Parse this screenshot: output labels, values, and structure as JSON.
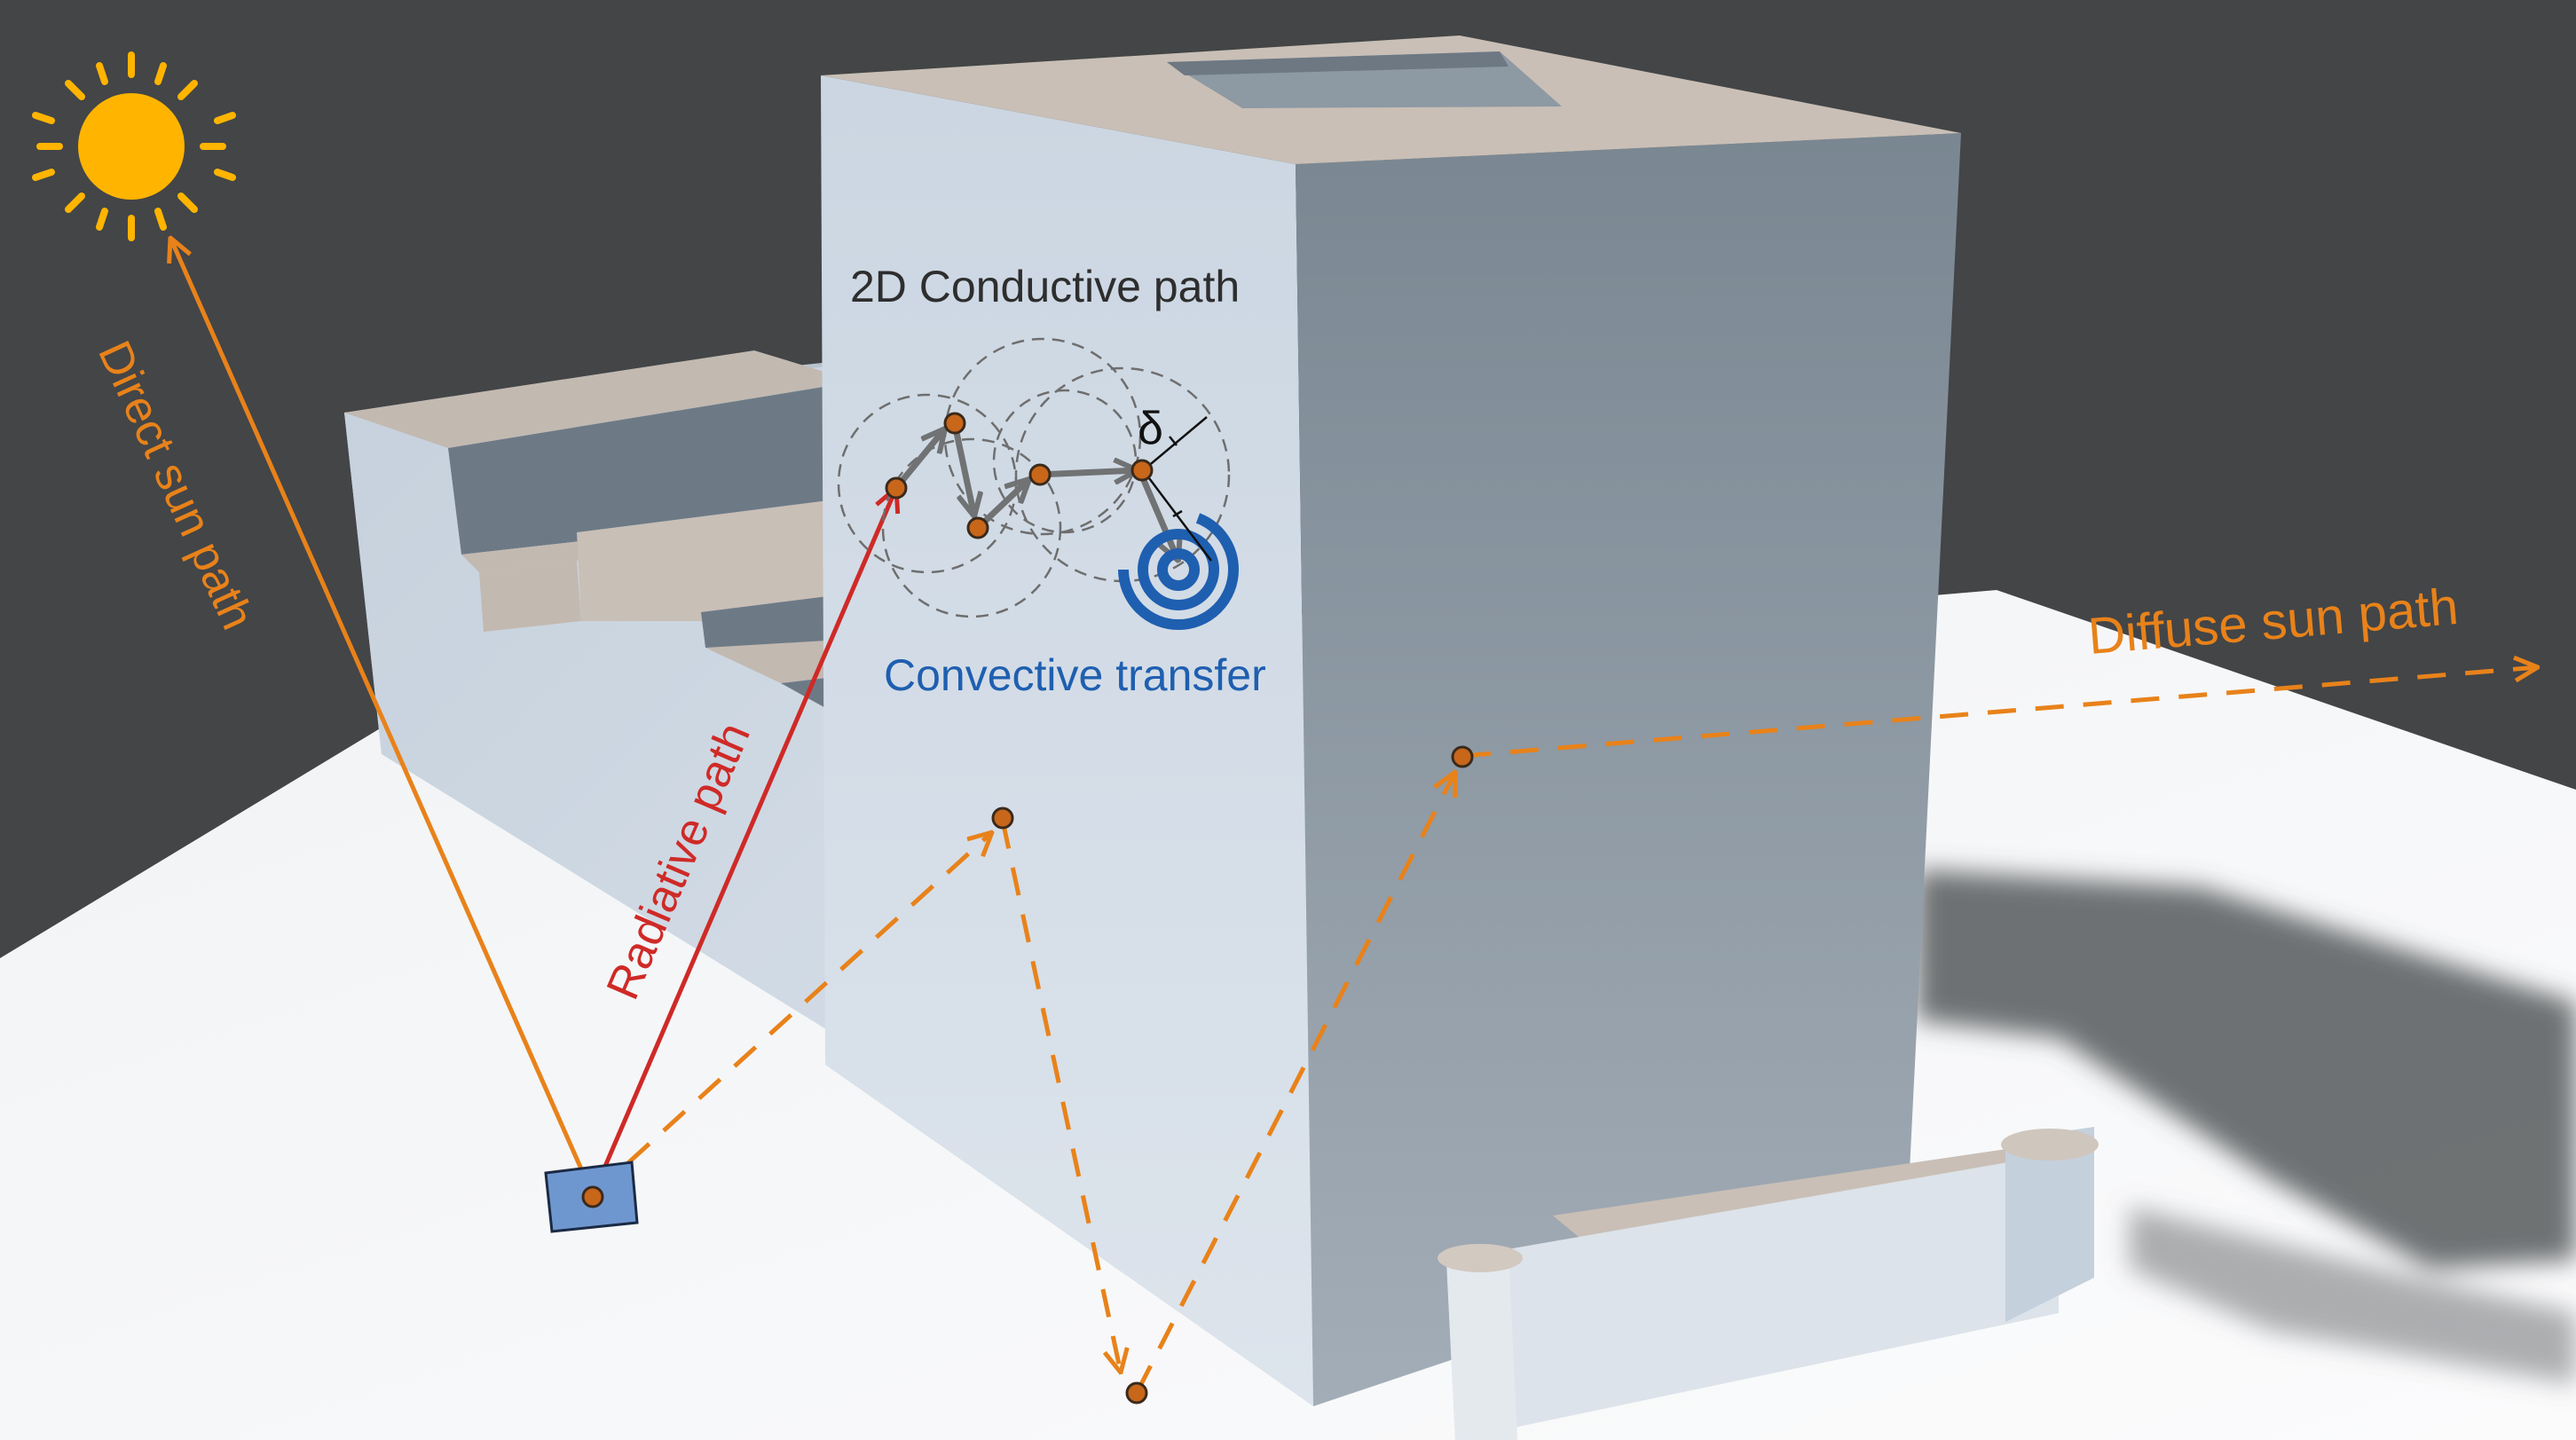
{
  "labels": {
    "direct_sun_path": "Direct sun path",
    "diffuse_sun_path": "Diffuse sun path",
    "radiative_path": "Radiative path",
    "conductive_path": "2D Conductive path",
    "convective_transfer": "Convective transfer",
    "delta": "δ"
  },
  "colors": {
    "background": "#434547",
    "sun": "#FFB400",
    "sun_path": "#E8821A",
    "radiative": "#CF2A27",
    "convective": "#1F5FB0",
    "conductive_arrow": "#707274",
    "node_fill": "#C8661A",
    "receiver_fill": "#6F97CF"
  },
  "icons": {
    "sun": "sun-icon",
    "convective_spiral": "spiral-icon",
    "receiver": "sensor-patch-icon"
  }
}
